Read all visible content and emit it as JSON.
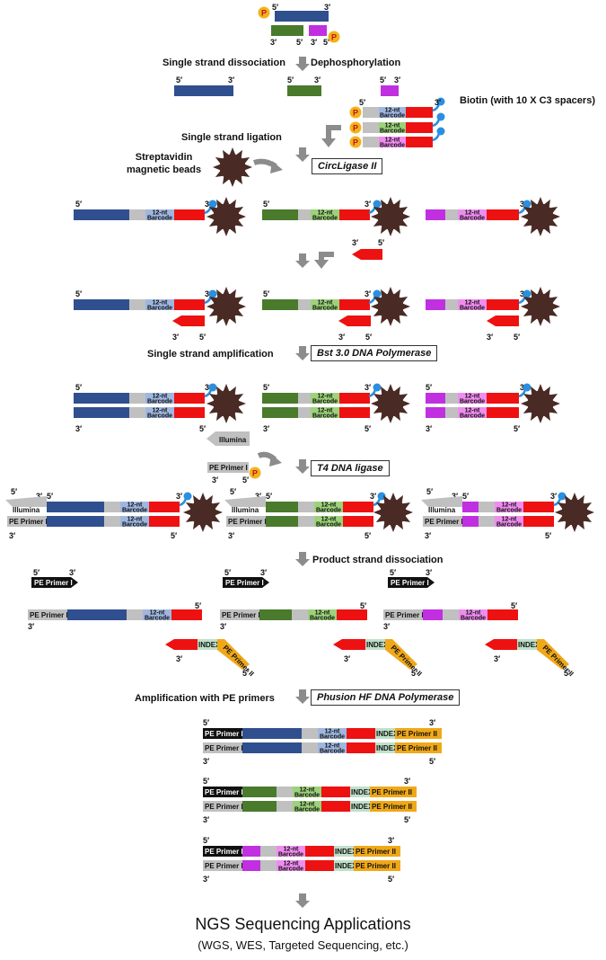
{
  "steps": {
    "dissociation": "Single strand dissociation",
    "dephosphorylation": "Dephosphorylation",
    "ligation": "Single strand ligation",
    "beads": "Streptavidin\nmagnetic beads",
    "amplification": "Single strand amplification",
    "product_dissociation": "Product strand dissociation",
    "pe_amplification": "Amplification with PE primers"
  },
  "enzymes": {
    "circligase": "CircLigase II",
    "bst": "Bst 3.0 DNA Polymerase",
    "t4": "T4 DNA ligase",
    "phusion": "Phusion HF DNA Polymerase"
  },
  "labels": {
    "biotin": "Biotin (with 10 X C3 spacers)",
    "barcode_top": "12-nt",
    "barcode_bottom": "Barcode",
    "illumina": "Illumina",
    "pe_primer_1": "PE Primer I",
    "pe_primer_2": "PE Primer II",
    "index": "INDEX",
    "five_prime": "5′",
    "three_prime": "3′",
    "phosphate": "P"
  },
  "footer": {
    "title": "NGS Sequencing Applications",
    "subtitle": "(WGS, WES, Targeted Sequencing, etc.)"
  },
  "colors": {
    "blue": "#2f4f8f",
    "green": "#4a7a2c",
    "magenta": "#c030e0",
    "red": "#ee1111",
    "gray": "#c0c0c0",
    "barcode_blue": "#9fb7e0",
    "barcode_green": "#9cd27a",
    "barcode_pink": "#f08cf0",
    "bead": "#4a2a24",
    "biotin": "#2a8fe0",
    "phosphate": "#f3b21a",
    "arrow": "#8c8c8c",
    "black_primer": "#111111",
    "orange_primer": "#f0a818",
    "index": "#bfe0c8"
  }
}
